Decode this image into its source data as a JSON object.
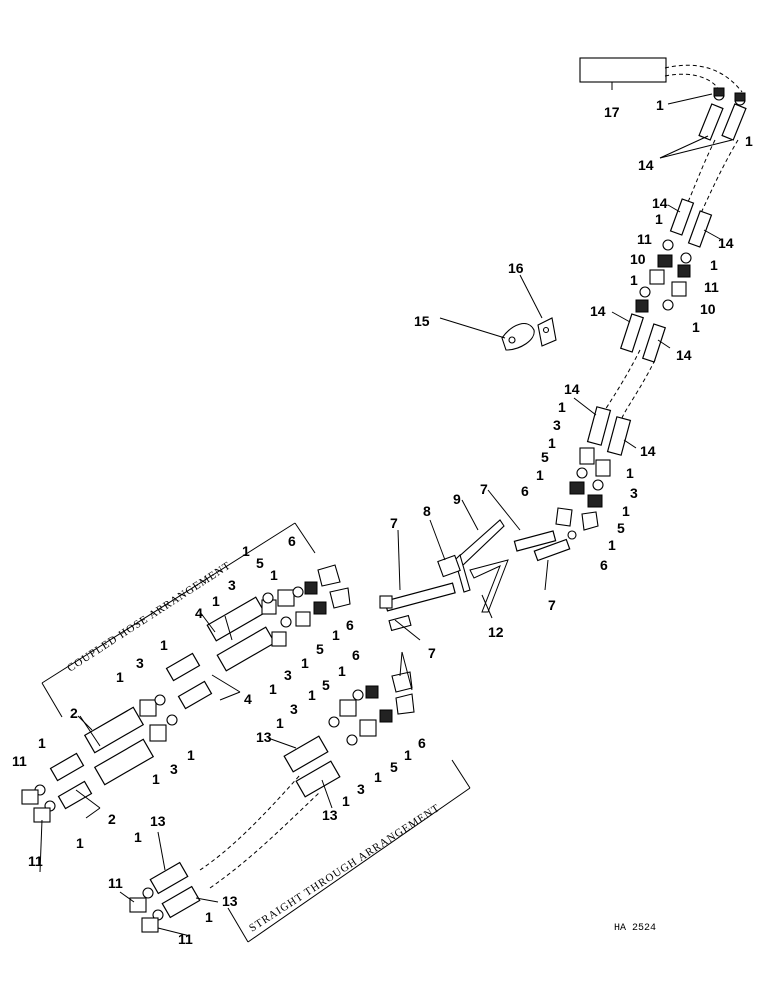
{
  "captions": {
    "coupled": "COUPLED HOSE ARRANGEMENT",
    "straight": "STRAIGHT THROUGH ARRANGEMENT"
  },
  "reference": "HA 2524",
  "callouts": {
    "c1": "1",
    "c2": "2",
    "c3": "3",
    "c4": "4",
    "c5": "5",
    "c6": "6",
    "c7": "7",
    "c8": "8",
    "c9": "9",
    "c10": "10",
    "c11": "11",
    "c12": "12",
    "c13": "13",
    "c14": "14",
    "c15": "15",
    "c16": "16",
    "c17": "17"
  }
}
